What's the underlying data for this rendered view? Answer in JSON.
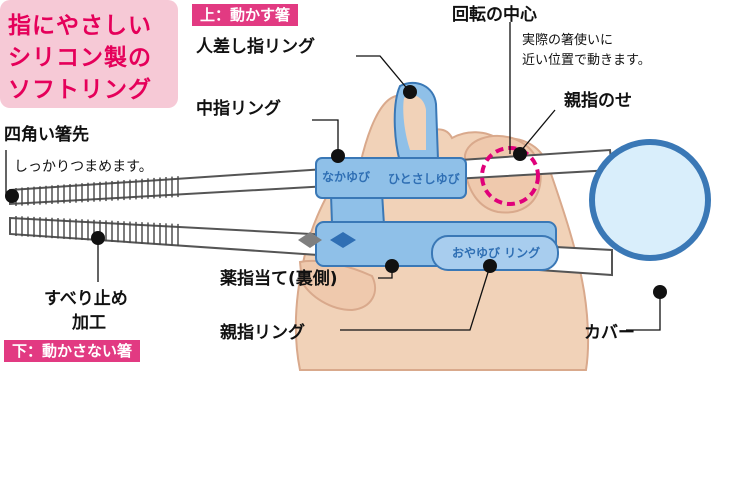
{
  "title": {
    "lines": [
      "指にやさしい",
      "シリコン製の",
      "ソフトリング"
    ]
  },
  "tags": {
    "top": "上：動かす箸",
    "bottom": "下：動かさない箸"
  },
  "labels": {
    "square_tip": "四角い箸先",
    "square_tip_note": "しっかりつまめます。",
    "index_ring": "人差し指リング",
    "middle_ring": "中指リング",
    "rotation_center": "回転の中心",
    "rotation_note": [
      "実際の箸使いに",
      "近い位置で動きます。"
    ],
    "thumb_rest": "親指のせ",
    "anti_slip": [
      "すべり止め",
      "加工"
    ],
    "ring_finger_rest": "薬指当て(裏側)",
    "thumb_ring": "親指リング",
    "cover": "カバー"
  },
  "ring_text": {
    "middle": "なかゆび",
    "index": "ひとさしゆび",
    "thumb": "おやゆび リング"
  },
  "colors": {
    "title_bg": "#f6c9d6",
    "title_text": "#e5005a",
    "tag_bg": "#e23a82",
    "ring_blue": "#8fc0e8",
    "ring_text": "#2f6fb4",
    "hand_skin": "#f1d2b8",
    "cover_blue": "#d9eefb",
    "dashed_circle": "#e0007a"
  }
}
